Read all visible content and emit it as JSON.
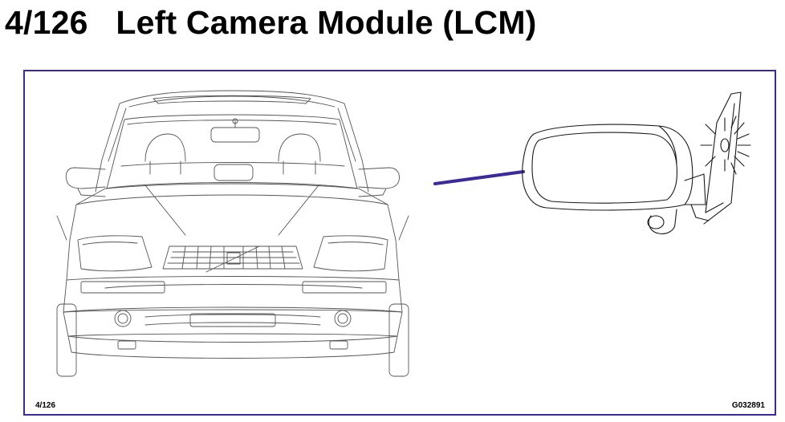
{
  "header": {
    "title": "4/126   Left Camera Module (LCM)"
  },
  "figure": {
    "page_ref": "4/126",
    "figure_code": "G032891",
    "frame_color": "#3a2a9c",
    "pointer_color": "#3a2a9c",
    "icons": [
      "car-front-icon",
      "side-mirror-icon",
      "camera-flash-icon"
    ]
  }
}
